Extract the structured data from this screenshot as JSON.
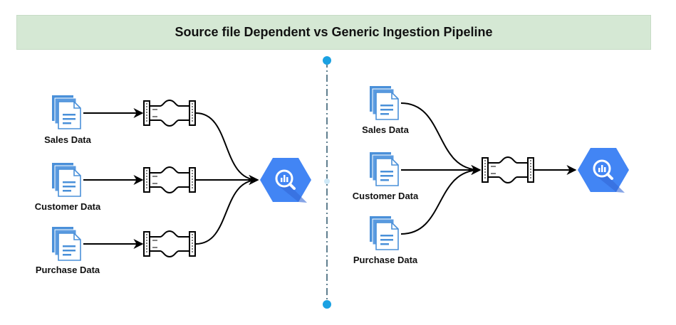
{
  "title": "Source file Dependent vs Generic Ingestion Pipeline",
  "left": {
    "sources": [
      {
        "label": "Sales Data"
      },
      {
        "label": "Customer Data"
      },
      {
        "label": "Purchase Data"
      }
    ],
    "pipelines_per_source": true,
    "destination_icon": "bigquery-icon"
  },
  "right": {
    "sources": [
      {
        "label": "Sales Data"
      },
      {
        "label": "Customer Data"
      },
      {
        "label": "Purchase Data"
      }
    ],
    "pipelines_per_source": false,
    "destination_icon": "bigquery-icon"
  },
  "colors": {
    "banner_bg": "#d5e8d4",
    "doc_blue": "#4a90d9",
    "bigquery_blue": "#4285f4",
    "divider": "#5f7f8f",
    "divider_dot": "#1ba1e2",
    "line": "#000000"
  },
  "icons": {
    "document": "document-stack-icon",
    "pipeline": "pipe-connector-icon",
    "destination": "bigquery-icon"
  }
}
